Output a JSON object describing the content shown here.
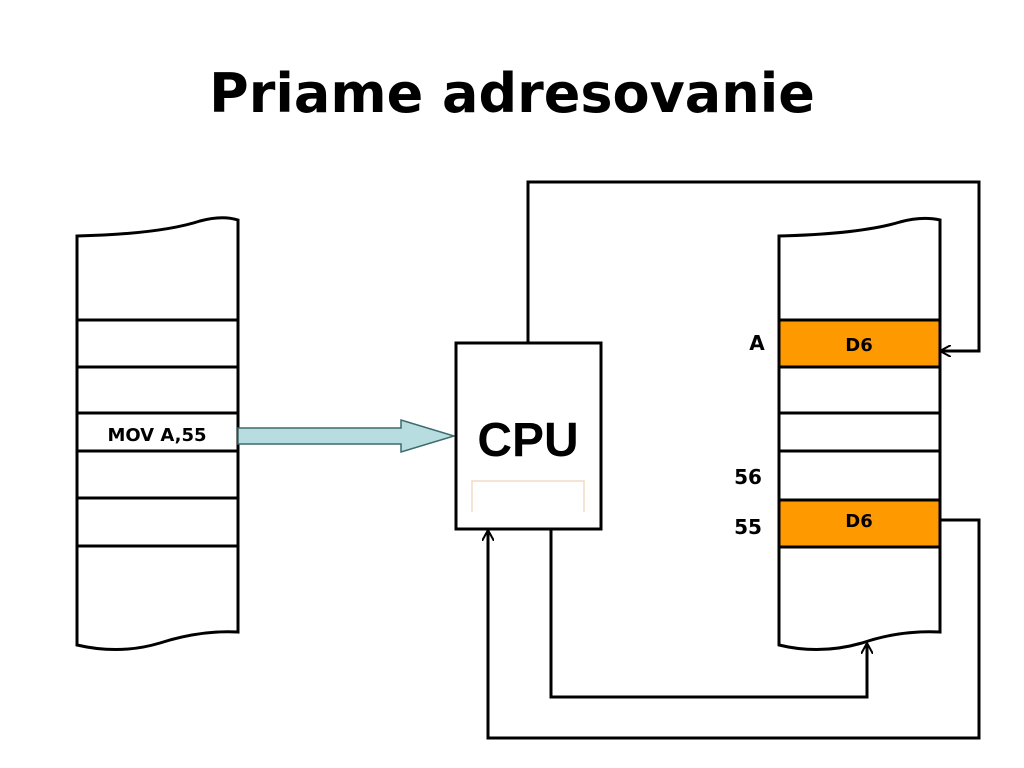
{
  "title": "Priame adresovanie",
  "program_memory": {
    "instruction": "MOV A,55"
  },
  "cpu": {
    "label": "CPU"
  },
  "data_memory": {
    "register_label": "A",
    "register_value": "D6",
    "address_56_label": "56",
    "address_55_label": "55",
    "address_55_value": "D6"
  },
  "colors": {
    "highlight_cell": "#ff9900",
    "bus_arrow": "#b8dde0",
    "line": "#000000"
  }
}
